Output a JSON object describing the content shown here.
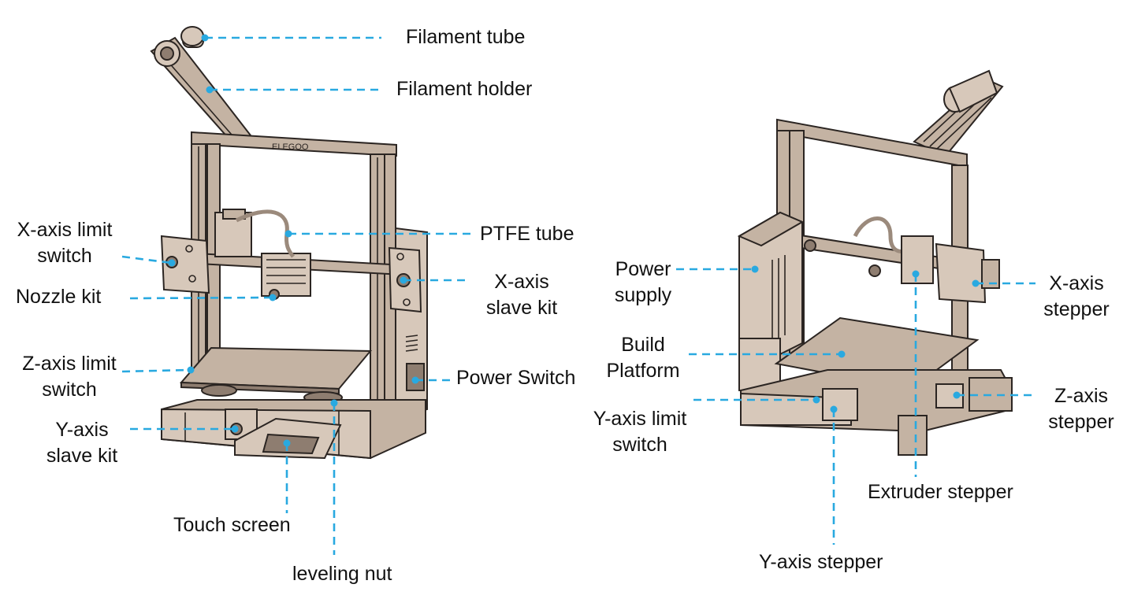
{
  "brand_mark": "ELEGOO",
  "colors": {
    "leader": "#29a9e0",
    "frame": "#c4b3a3",
    "outline": "#2b2522"
  },
  "front_view": {
    "filament_tube": "Filament tube",
    "filament_holder": "Filament holder",
    "ptfe_tube": "PTFE tube",
    "x_axis_limit_switch": [
      "X-axis limit",
      "switch"
    ],
    "nozzle_kit": "Nozzle kit",
    "x_axis_slave_kit": [
      "X-axis",
      "slave kit"
    ],
    "z_axis_limit_switch": [
      "Z-axis limit",
      "switch"
    ],
    "power_switch": "Power Switch",
    "y_axis_slave_kit": [
      "Y-axis",
      "slave kit"
    ],
    "touch_screen": "Touch screen",
    "leveling_nut": "leveling nut"
  },
  "rear_view": {
    "power_supply": [
      "Power",
      "supply"
    ],
    "build_platform": [
      "Build",
      "Platform"
    ],
    "y_axis_limit_switch": [
      "Y-axis limit",
      "switch"
    ],
    "x_axis_stepper": [
      "X-axis",
      "stepper"
    ],
    "z_axis_stepper": [
      "Z-axis",
      "stepper"
    ],
    "extruder_stepper": "Extruder stepper",
    "y_axis_stepper": "Y-axis stepper"
  }
}
